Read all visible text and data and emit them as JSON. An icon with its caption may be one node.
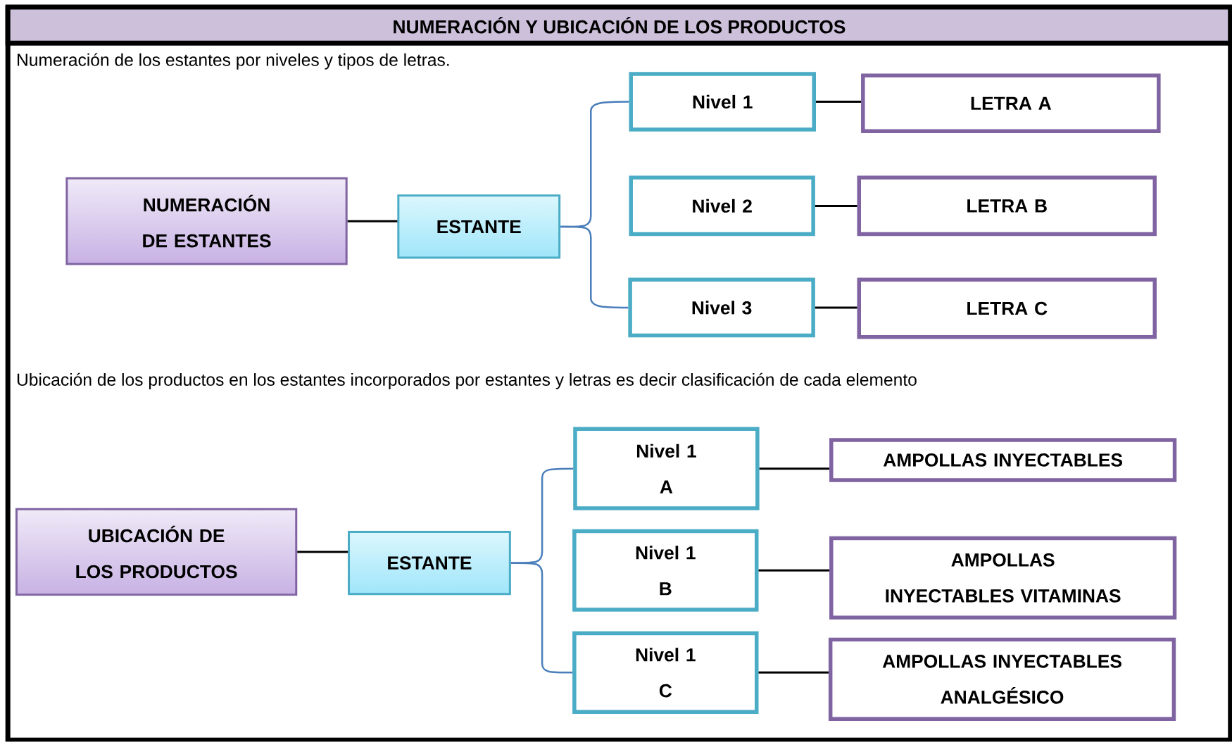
{
  "diagram": {
    "title": "NUMERACIÓN Y UBICACIÓN DE LOS PRODUCTOS",
    "nodes": [
      {
        "text": [
          "NUMERACIÓN DE ESTANTES"
        ]
      },
      {
        "text": [
          "ESTANTE"
        ]
      },
      {
        "text": [
          "Nivel 1"
        ]
      },
      {
        "text": [
          "Nivel 2"
        ]
      },
      {
        "text": [
          "Nivel 3"
        ]
      },
      {
        "text": [
          "LETRA A"
        ]
      },
      {
        "text": [
          "LETRA B"
        ]
      },
      {
        "text": [
          "LETRA C"
        ]
      },
      {
        "text": [
          "UBICACIÓN DE LOS PRODUCTOS"
        ]
      },
      {
        "text": [
          "ESTANTE"
        ]
      },
      {
        "text": [
          "Nivel 1",
          "A"
        ]
      },
      {
        "text": [
          "Nivel 1",
          "B"
        ]
      },
      {
        "text": [
          "Nivel 1",
          "C"
        ]
      },
      {
        "text": [
          "AMPOLLAS INYECTABLES"
        ]
      },
      {
        "text": [
          "AMPOLLAS INYECTABLES VITAMINAS"
        ]
      },
      {
        "text": [
          "AMPOLLAS INYECTABLES ANALGÉSICO"
        ]
      }
    ],
    "edges": [
      {
        "from": 0,
        "to": 1,
        "arrow": "none"
      },
      {
        "from": 1,
        "to": 2,
        "arrow": "none",
        "color": "#4a7ebb"
      },
      {
        "from": 1,
        "to": 4,
        "arrow": "none",
        "color": "#4a7ebb"
      },
      {
        "from": 2,
        "to": 5,
        "arrow": "none"
      },
      {
        "from": 3,
        "to": 6,
        "arrow": "none"
      },
      {
        "from": 4,
        "to": 7,
        "arrow": "none"
      },
      {
        "from": 8,
        "to": 9,
        "arrow": "none"
      },
      {
        "from": 9,
        "to": 10,
        "arrow": "none",
        "color": "#4a7ebb"
      },
      {
        "from": 9,
        "to": 12,
        "arrow": "none",
        "color": "#4a7ebb"
      },
      {
        "from": 10,
        "to": 13,
        "arrow": "none"
      },
      {
        "from": 11,
        "to": 14,
        "arrow": "none"
      },
      {
        "from": 12,
        "to": 15,
        "arrow": "none"
      }
    ],
    "labels": [
      "Numeración de los estantes por niveles y tipos de letras.",
      "Ubicación de los productos en los estantes incorporados por estantes y letras es decir clasificación de cada elemento"
    ]
  }
}
